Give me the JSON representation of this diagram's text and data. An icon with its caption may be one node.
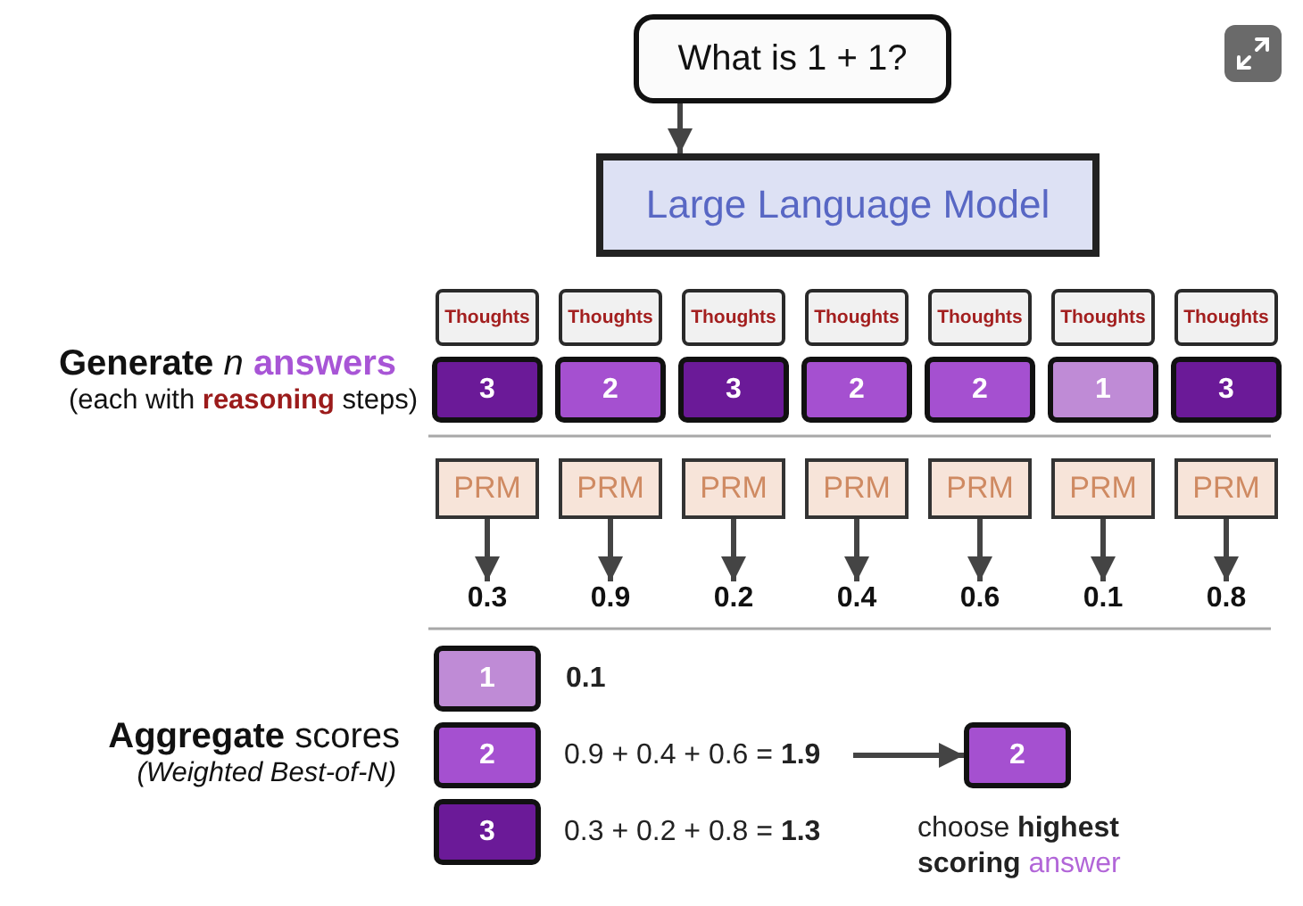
{
  "diagram": {
    "nodes": [
      {
        "text": [
          "What is 1 + 1?"
        ]
      },
      {
        "text": [
          "Large Language Model"
        ]
      },
      {
        "text": [
          "Thoughts"
        ]
      },
      {
        "text": [
          "Thoughts"
        ]
      },
      {
        "text": [
          "Thoughts"
        ]
      },
      {
        "text": [
          "Thoughts"
        ]
      },
      {
        "text": [
          "Thoughts"
        ]
      },
      {
        "text": [
          "Thoughts"
        ]
      },
      {
        "text": [
          "Thoughts"
        ]
      },
      {
        "text": [
          "3"
        ]
      },
      {
        "text": [
          "2"
        ]
      },
      {
        "text": [
          "3"
        ]
      },
      {
        "text": [
          "2"
        ]
      },
      {
        "text": [
          "2"
        ]
      },
      {
        "text": [
          "1"
        ]
      },
      {
        "text": [
          "3"
        ]
      },
      {
        "text": [
          "PRM"
        ]
      },
      {
        "text": [
          "PRM"
        ]
      },
      {
        "text": [
          "PRM"
        ]
      },
      {
        "text": [
          "PRM"
        ]
      },
      {
        "text": [
          "PRM"
        ]
      },
      {
        "text": [
          "PRM"
        ]
      },
      {
        "text": [
          "PRM"
        ]
      },
      {
        "text": [
          "0.3"
        ]
      },
      {
        "text": [
          "0.9"
        ]
      },
      {
        "text": [
          "0.2"
        ]
      },
      {
        "text": [
          "0.4"
        ]
      },
      {
        "text": [
          "0.6"
        ]
      },
      {
        "text": [
          "0.1"
        ]
      },
      {
        "text": [
          "0.8"
        ]
      },
      {
        "text": [
          "1"
        ],
        "beside": [
          "0.1"
        ]
      },
      {
        "text": [
          "2"
        ]
      },
      {
        "text": [
          "0.9 + 0.4 + 0.6 = **1.9**"
        ]
      },
      {
        "text": [
          "2"
        ],
        "beside": [
          "choose **highest scoring** answer"
        ]
      },
      {
        "text": [
          "3"
        ],
        "beside": [
          "0.3 + 0.2 + 0.8 = **1.3**"
        ]
      }
    ],
    "edges": [
      {
        "from": 0,
        "to": 1,
        "arrow": "to"
      },
      {
        "from": 16,
        "to": 23,
        "arrow": "to"
      },
      {
        "from": 17,
        "to": 24,
        "arrow": "to"
      },
      {
        "from": 18,
        "to": 25,
        "arrow": "to"
      },
      {
        "from": 19,
        "to": 26,
        "arrow": "to"
      },
      {
        "from": 20,
        "to": 27,
        "arrow": "to"
      },
      {
        "from": 21,
        "to": 28,
        "arrow": "to"
      },
      {
        "from": 22,
        "to": 29,
        "arrow": "to"
      },
      {
        "from": 32,
        "to": 33,
        "arrow": "to"
      }
    ],
    "labels": [
      "**Generate** *n* **answers**",
      "(each with **reasoning** steps)",
      "**Aggregate** scores",
      "(Weighted Best-of-N)"
    ]
  }
}
